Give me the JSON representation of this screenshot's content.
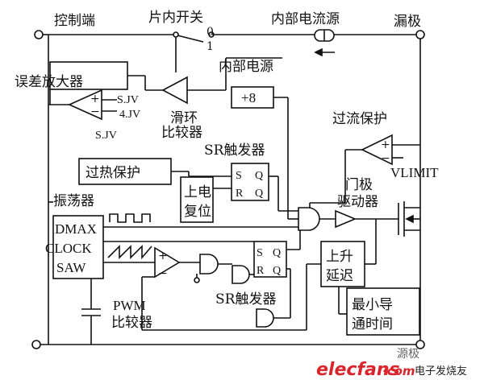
{
  "terminals": {
    "control": "控制端",
    "drain": "漏极",
    "source": "源极"
  },
  "switch": {
    "label": "片内开关",
    "pos0": "0",
    "pos1": "1"
  },
  "current_source": {
    "label": "内部电流源"
  },
  "error_amp": {
    "label": "误差放大器",
    "plus": "+",
    "minus": "−",
    "ref_top": "S.JV",
    "ref_mid": "4.JV",
    "ref_bot": "S.JV"
  },
  "shunt_comparator": {
    "label_line1": "滑环",
    "label_line2": "比较器"
  },
  "internal_supply": {
    "label": "内部电源",
    "value": "+8"
  },
  "sr_flipflop_top": {
    "label": "SR触发器",
    "s": "S",
    "q": "Q",
    "r": "R",
    "qbar": "Q"
  },
  "thermal": {
    "label": "过热保护"
  },
  "power_on_reset": {
    "label_line1": "上电",
    "label_line2": "复位"
  },
  "oscillator": {
    "label": "振荡器",
    "dmax": "DMAX",
    "clock": "CLOCK",
    "saw": "SAW"
  },
  "pwm": {
    "label_line1": "PWM",
    "label_line2": "比较器",
    "plus": "+",
    "minus": "−"
  },
  "sr_flipflop_bottom": {
    "label": "SR触发器",
    "s": "S",
    "q": "Q",
    "r": "R",
    "qbar": "Q"
  },
  "overcurrent": {
    "label": "过流保护",
    "plus": "+",
    "minus": "−",
    "vlimit": "VLIMIT"
  },
  "gate_driver": {
    "label_line1": "门极",
    "label_line2": "驱动器"
  },
  "rise_delay": {
    "label_line1": "上升",
    "label_line2": "延迟"
  },
  "min_on": {
    "label_line1": "最小导",
    "label_line2": "通时间"
  },
  "watermark": {
    "site": "elecfans",
    "dotcom": "·com",
    "tagline": "电子发烧友"
  },
  "colors": {
    "line": "#111111",
    "watermark_red": "#d9262c",
    "watermark_text": "#222222"
  }
}
